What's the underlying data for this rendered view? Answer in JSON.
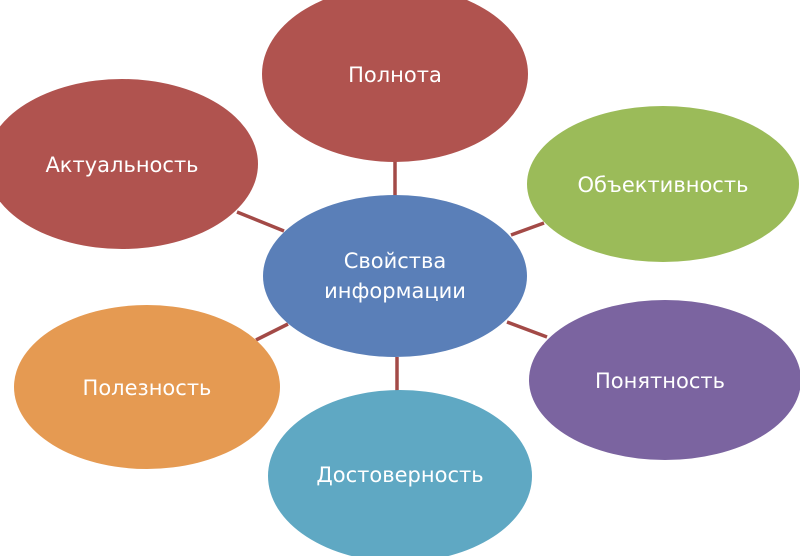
{
  "diagram": {
    "center": {
      "label_line1": "Свойства",
      "label_line2": "информации",
      "color": "#5a7fb8"
    },
    "nodes": [
      {
        "id": "polnota",
        "label": "Полнота",
        "color": "#b0534f"
      },
      {
        "id": "aktualnost",
        "label": "Актуальность",
        "color": "#b0534f"
      },
      {
        "id": "obektivnost",
        "label": "Объективность",
        "color": "#9bbb59"
      },
      {
        "id": "ponyatnost",
        "label": "Понятность",
        "color": "#7b64a0"
      },
      {
        "id": "poleznost",
        "label": "Полезность",
        "color": "#e59a52"
      },
      {
        "id": "dostovernost",
        "label": "Достоверность",
        "color": "#5fa8c3"
      }
    ],
    "connector_color": "#a34a47"
  }
}
